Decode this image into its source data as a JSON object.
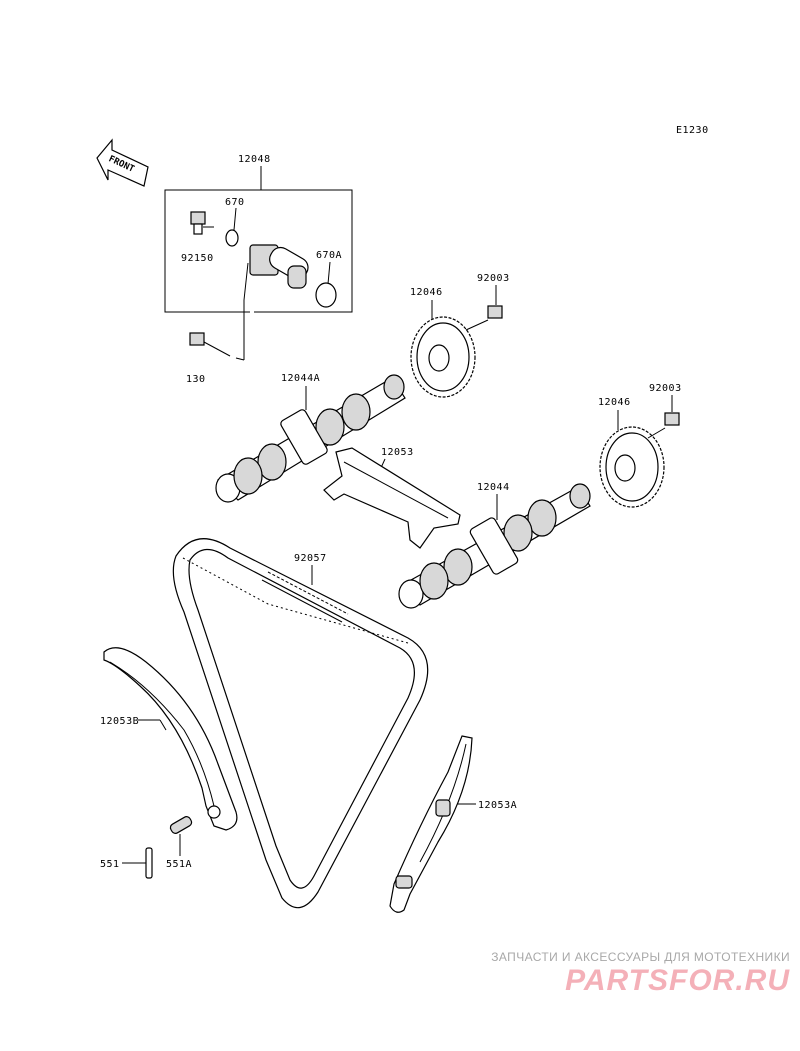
{
  "diagram_code": "E1230",
  "front_label": "FRONT",
  "parts": {
    "p12048": "12048",
    "p670": "670",
    "p92150": "92150",
    "p670a": "670A",
    "p130": "130",
    "p12046_top": "12046",
    "p92003_top": "92003",
    "p12044a": "12044A",
    "p12053": "12053",
    "p12046_right": "12046",
    "p92003_right": "92003",
    "p12044": "12044",
    "p92057": "92057",
    "p12053b": "12053B",
    "p12053a": "12053A",
    "p551": "551",
    "p551a": "551A"
  },
  "watermark": {
    "tagline": "ЗАПЧАСТИ И АКСЕССУАРЫ ДЛЯ МОТОТЕХНИКИ",
    "logo": "PARTSFOR.RU"
  }
}
